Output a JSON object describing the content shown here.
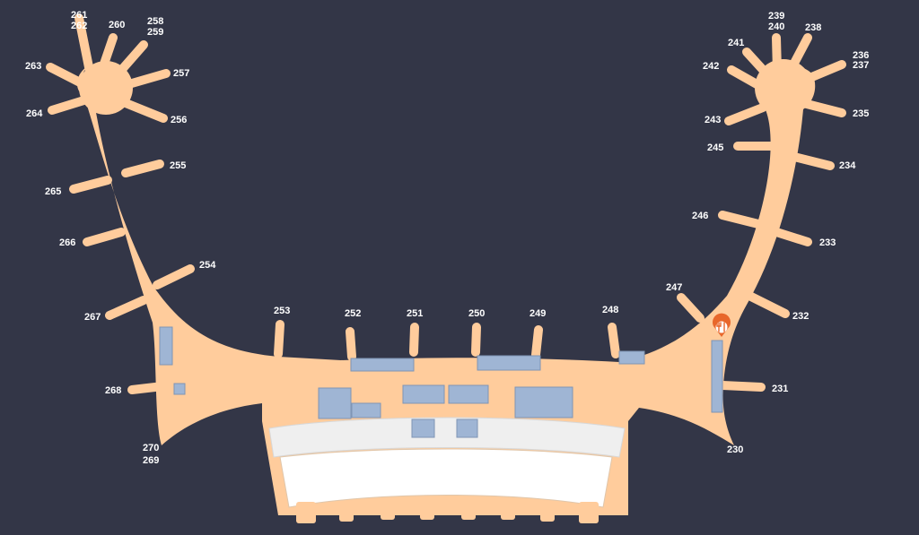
{
  "map": {
    "colors": {
      "background": "#333647",
      "concourse": "#ffcc9c",
      "retail": "#9fb5d4",
      "plaza": "#efefef",
      "hall": "#ffffff",
      "marker": "#e8672b"
    },
    "marker": {
      "icon": "restaurant-pin-icon"
    },
    "gates": {
      "g230": "230",
      "g231": "231",
      "g232": "232",
      "g233": "233",
      "g234": "234",
      "g235": "235",
      "g236": "236",
      "g237": "237",
      "g238": "238",
      "g239": "239",
      "g240": "240",
      "g241": "241",
      "g242": "242",
      "g243": "243",
      "g245": "245",
      "g246": "246",
      "g247": "247",
      "g248": "248",
      "g249": "249",
      "g250": "250",
      "g251": "251",
      "g252": "252",
      "g253": "253",
      "g254": "254",
      "g255": "255",
      "g256": "256",
      "g257": "257",
      "g258": "258",
      "g259": "259",
      "g260": "260",
      "g261": "261",
      "g262": "262",
      "g263": "263",
      "g264": "264",
      "g265": "265",
      "g266": "266",
      "g267": "267",
      "g268": "268",
      "g269": "269",
      "g270": "270"
    }
  }
}
